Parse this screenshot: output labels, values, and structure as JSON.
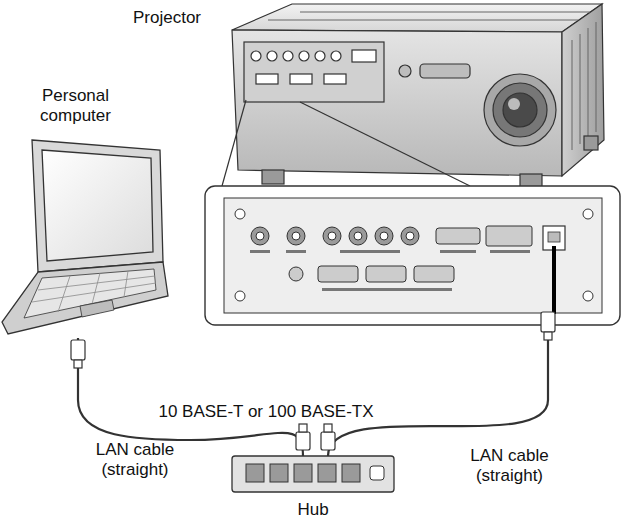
{
  "diagram": {
    "nodes": [
      {
        "text": [
          "Projector"
        ]
      },
      {
        "text": [
          "Personal computer"
        ]
      },
      {
        "text": [
          "Hub"
        ]
      }
    ],
    "edges": [
      {
        "from": 1,
        "to": 2,
        "label": "LAN cable (straight)",
        "arrow": "none"
      },
      {
        "from": 0,
        "to": 2,
        "label": "LAN cable (straight)",
        "arrow": "none"
      }
    ],
    "labels": [
      "10 BASE-T or 100 BASE-TX"
    ]
  }
}
